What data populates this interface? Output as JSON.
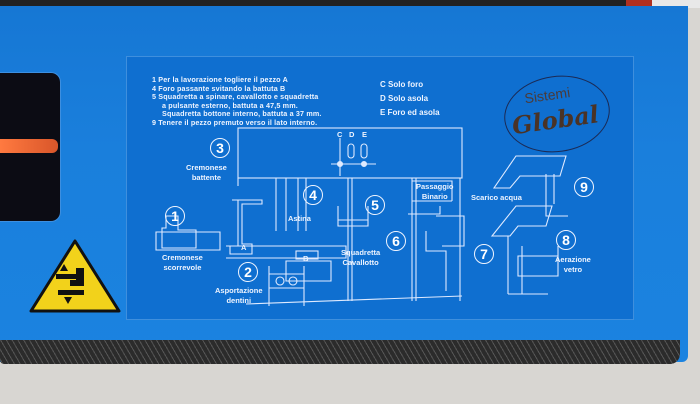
{
  "label": {
    "instructions": [
      "1  Per la lavorazione togliere il pezzo A",
      "4  Foro passante svitando la battuta B",
      "5  Squadretta a spinare, cavallotto e squadretta",
      "    a pulsante esterno, battuta a 47,5 mm.",
      "    Squadretta bottone interno, battuta a 37 mm.",
      "9  Tenere il pezzo premuto verso il lato interno."
    ],
    "legend": [
      "C  Solo foro",
      "D  Solo asola",
      "E  Foro ed asola"
    ],
    "logo": {
      "line1": "Sistemi",
      "line2": "Global"
    },
    "cde": [
      "C",
      "D",
      "E"
    ],
    "markers": [
      "A",
      "B"
    ],
    "operations": [
      {
        "number": "1",
        "caption_lines": [
          "Cremonese",
          "scorrevole"
        ]
      },
      {
        "number": "2",
        "caption_lines": [
          "Asportazione",
          "dentini"
        ]
      },
      {
        "number": "3",
        "caption_lines": [
          "Cremonese",
          "battente"
        ]
      },
      {
        "number": "4",
        "caption_lines": [
          "Astina"
        ]
      },
      {
        "number": "5",
        "caption_lines": []
      },
      {
        "number": "6",
        "caption_lines": [
          "Squadretta",
          "Cavallotto"
        ]
      },
      {
        "number": "7",
        "caption_lines": [
          "Passaggio",
          "Binario"
        ]
      },
      {
        "number": "8",
        "caption_lines": [
          "Aerazione",
          "vetro"
        ]
      },
      {
        "number": "9",
        "caption_lines": [
          "Scarico acqua"
        ]
      }
    ]
  },
  "warning_sign": {
    "icon": "crush-hazard-icon",
    "color": "#f2d21b"
  },
  "colors": {
    "machine_blue": "#1a7fdc",
    "label_blue": "#0f6fd0",
    "line_white": "#eef4ff",
    "logo_brown": "#4a3326"
  }
}
